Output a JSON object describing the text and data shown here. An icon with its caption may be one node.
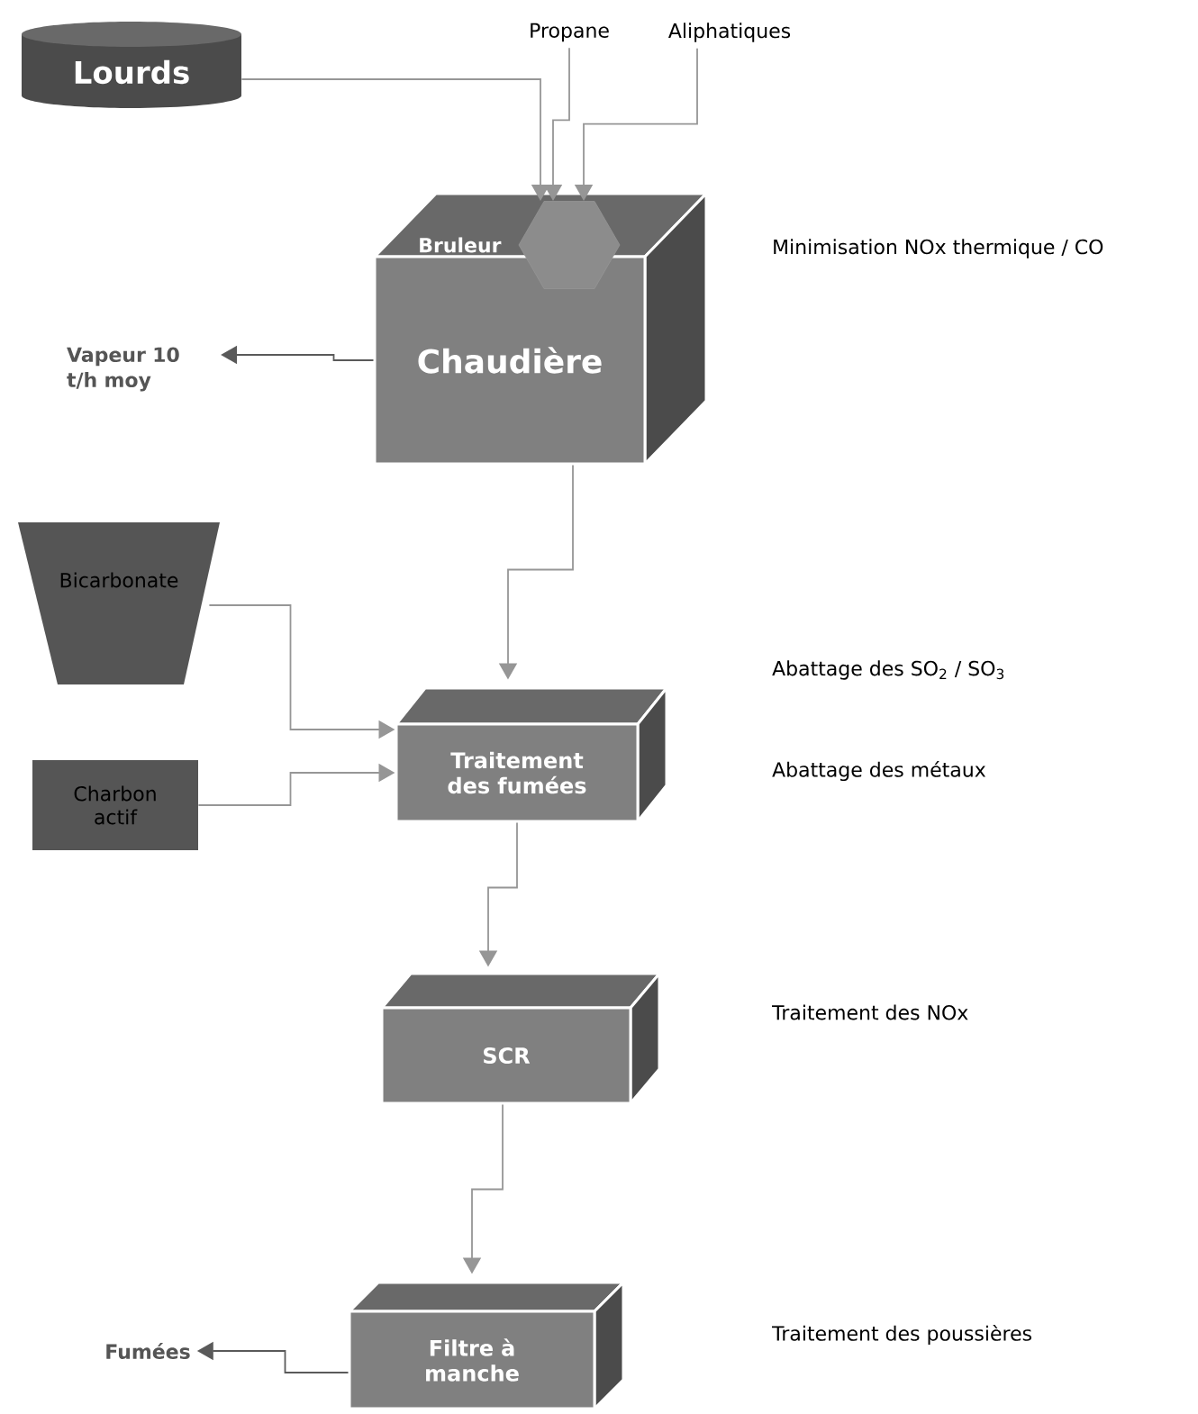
{
  "diagram": {
    "nodes": [
      {
        "text": [
          "Lourds"
        ]
      },
      {
        "text": [
          "Propane"
        ]
      },
      {
        "text": [
          "Aliphatiques"
        ]
      },
      {
        "text": [
          "Chaudière"
        ]
      },
      {
        "text": [
          "Bruleur"
        ]
      },
      {
        "text": [
          "Vapeur 10 t/h moy"
        ]
      },
      {
        "text": [
          "Bicarbonate"
        ]
      },
      {
        "text": [
          "Charbon actif"
        ]
      },
      {
        "text": [
          "Traitement des fumées"
        ]
      },
      {
        "text": [
          "SCR"
        ]
      },
      {
        "text": [
          "Filtre à manche"
        ]
      },
      {
        "text": [
          "Fumées"
        ]
      }
    ],
    "edges": [
      {
        "from": 0,
        "to": 4,
        "arrow": "to"
      },
      {
        "from": 1,
        "to": 4,
        "arrow": "to"
      },
      {
        "from": 2,
        "to": 4,
        "arrow": "to"
      },
      {
        "from": 3,
        "to": 5,
        "arrow": "to",
        "color": "#5a5a5a"
      },
      {
        "from": 3,
        "to": 8,
        "arrow": "to"
      },
      {
        "from": 6,
        "to": 8,
        "arrow": "to"
      },
      {
        "from": 7,
        "to": 8,
        "arrow": "to"
      },
      {
        "from": 8,
        "to": 9,
        "arrow": "to"
      },
      {
        "from": 9,
        "to": 10,
        "arrow": "to"
      },
      {
        "from": 10,
        "to": 11,
        "arrow": "to",
        "color": "#5a5a5a"
      }
    ],
    "labels": [
      "Minimisation  NOx thermique / CO",
      "Abattage des SO$_{2}$ / SO$_{3}$",
      "Abattage des métaux",
      "Traitement des NOx",
      "Traitement des poussières"
    ]
  }
}
